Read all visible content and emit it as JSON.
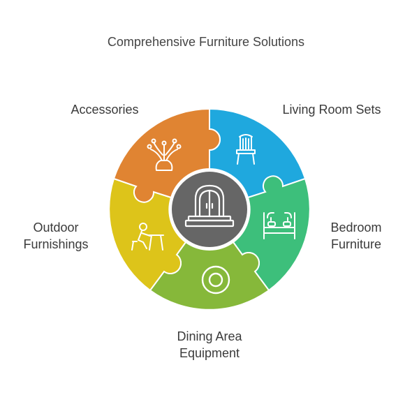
{
  "title": "Comprehensive Furniture Solutions",
  "segments": [
    {
      "key": "living",
      "lines": [
        "Living Room Sets"
      ],
      "color": "#1fa8de",
      "icon": "chair-icon"
    },
    {
      "key": "bedroom",
      "lines": [
        "Bedroom",
        "Furniture"
      ],
      "color": "#3dbf7b",
      "icon": "bed-icon"
    },
    {
      "key": "dining",
      "lines": [
        "Dining Area",
        "Equipment"
      ],
      "color": "#86b83a",
      "icon": "plate-icon"
    },
    {
      "key": "outdoor",
      "lines": [
        "Outdoor",
        "Furnishings"
      ],
      "color": "#ddc41a",
      "icon": "person-at-table-icon"
    },
    {
      "key": "accessories",
      "lines": [
        "Accessories"
      ],
      "color": "#e08432",
      "icon": "vase-icon"
    }
  ],
  "center": {
    "color": "#666666",
    "icon": "wardrobe-icon"
  }
}
